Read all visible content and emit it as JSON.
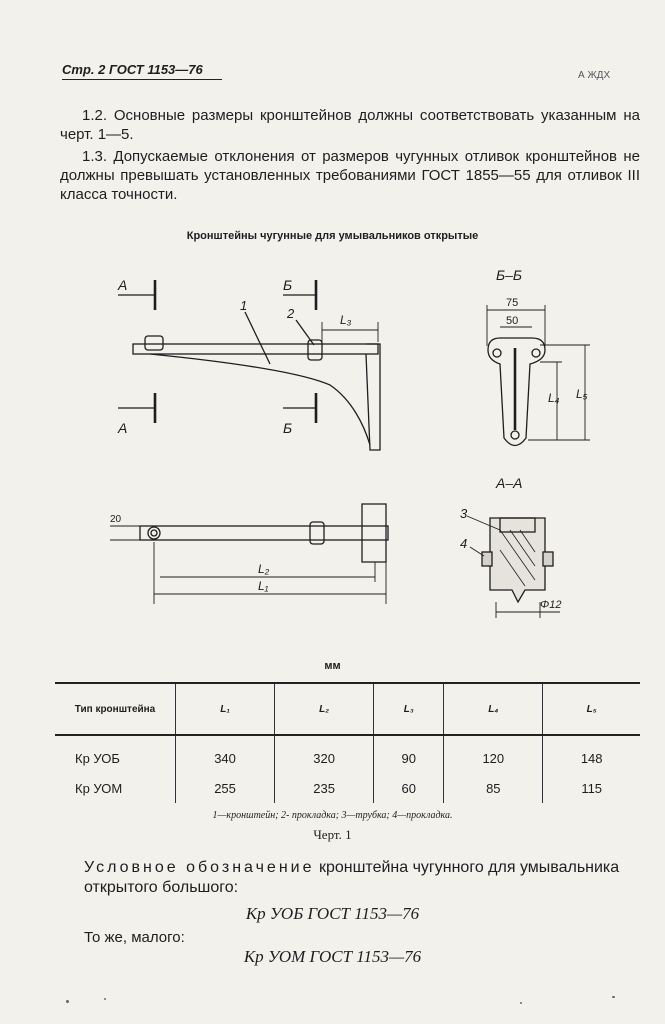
{
  "header": {
    "page_ref": "Стр. 2 ГОСТ 1153—76"
  },
  "corner_mark": "А ЖДХ",
  "paragraphs": {
    "p1_2": "1.2. Основные размеры кронштейнов должны соответствовать указанным на черт. 1—5.",
    "p1_3": "1.3. Допускаемые отклонения от размеров чугунных отливок кронштейнов не должны превышать установленных требованиями ГОСТ 1855—55 для отливок III класса точности."
  },
  "figure": {
    "title": "Кронштейны чугунные для умывальников открытые",
    "section_marks": {
      "a": "А",
      "b": "Б"
    },
    "section_bb": "Б–Б",
    "section_aa": "А–А",
    "leaders": {
      "n1": "1",
      "n2": "2",
      "n3": "3",
      "n4": "4"
    },
    "dims": {
      "l1": "L₁",
      "l2": "L₂",
      "l3": "L₃",
      "l4": "L₄",
      "l5": "L₅",
      "d75": "75",
      "d50": "50",
      "d20": "20",
      "phi12": "Φ12"
    }
  },
  "table": {
    "unit": "мм",
    "headers": [
      "Тип кронштейна",
      "L₁",
      "L₂",
      "L₃",
      "L₄",
      "L₅"
    ],
    "rows": [
      [
        "Кр УОБ",
        "340",
        "320",
        "90",
        "120",
        "148"
      ],
      [
        "Кр УОМ",
        "255",
        "235",
        "60",
        "85",
        "115"
      ]
    ]
  },
  "legend": "1—кронштейн; 2- прокладка; 3—трубка; 4—прокладка.",
  "caption": "Черт. 1",
  "designation": {
    "lead": "Условное обозначение",
    "rest": "кронштейна чугунного для умывальника открытого большого:",
    "code_big": "Кр УОБ ГОСТ 1153—76",
    "same_small": "То же, малого:",
    "code_small": "Кр УОМ ГОСТ 1153—76"
  }
}
